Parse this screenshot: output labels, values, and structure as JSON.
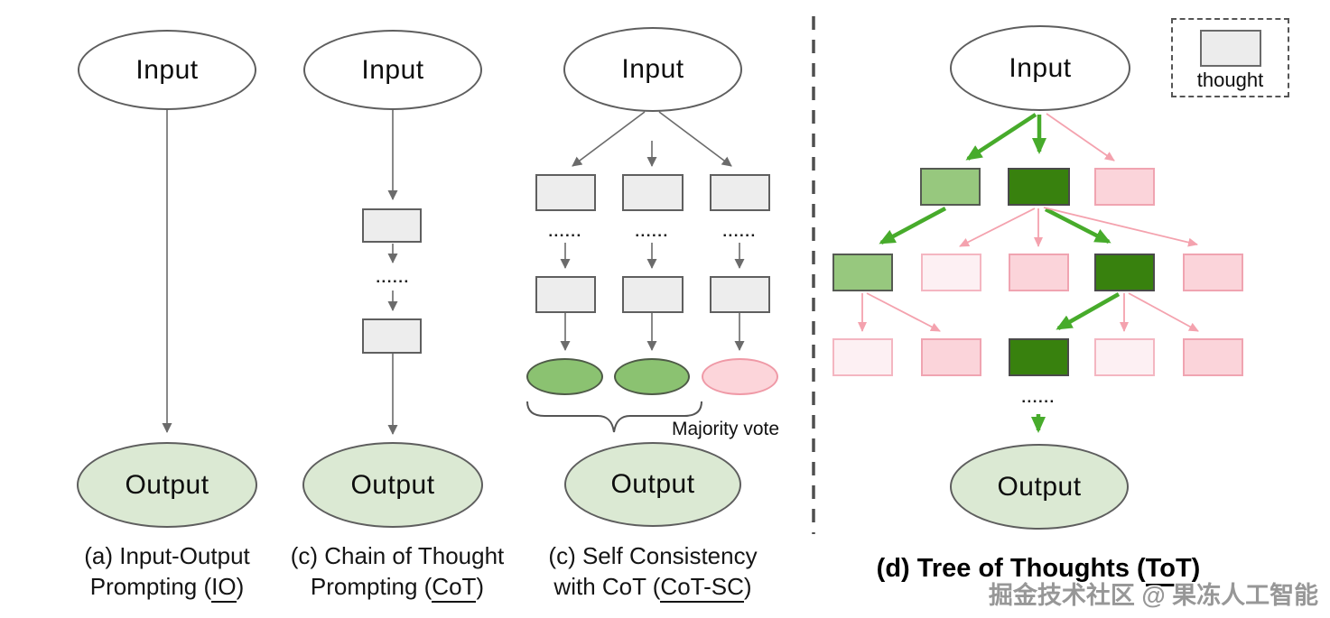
{
  "panels": {
    "io": {
      "input_label": "Input",
      "output_label": "Output",
      "caption_line1": "(a) Input-Output",
      "caption_line2_pre": "Prompting (",
      "caption_line2_u": "IO",
      "caption_line2_post": ")"
    },
    "cot": {
      "input_label": "Input",
      "output_label": "Output",
      "dots": "......",
      "caption_line1": "(c) Chain of Thought",
      "caption_line2_pre": "Prompting (",
      "caption_line2_u": "CoT",
      "caption_line2_post": ")"
    },
    "cotsc": {
      "input_label": "Input",
      "output_label": "Output",
      "dots": "......",
      "majority_vote_label": "Majority vote",
      "caption_line1": "(c) Self Consistency",
      "caption_line2_pre": "with CoT (",
      "caption_line2_u": "CoT-SC",
      "caption_line2_post": ")"
    },
    "tot": {
      "input_label": "Input",
      "output_label": "Output",
      "dots": "......",
      "legend_label": "thought",
      "caption_pre": "(d) Tree of Thoughts (",
      "caption_u": "ToT",
      "caption_post": ")",
      "tree_rows": [
        [
          "green-medium",
          "green-dark",
          "pink-light"
        ],
        [
          "green-medium",
          "pink-faint",
          "pink-light",
          "green-dark",
          "pink-light"
        ],
        [
          "pink-faint",
          "pink-light",
          "green-dark",
          "pink-faint",
          "pink-light"
        ]
      ]
    }
  },
  "watermark": "掘金技术社区 @ 果冻人工智能",
  "colors": {
    "green_arrow": "#47ab2b",
    "pink_arrow": "#f4a2ae",
    "grey_arrow": "#6b6b6b",
    "green_dark": "#38810e",
    "green_medium": "#97c87e",
    "green_ellipse": "#8bc271",
    "pink_light": "#fbd4da",
    "pink_faint": "#fdf0f3",
    "output_fill": "#dbe9d3",
    "thought_fill": "#ededed"
  }
}
